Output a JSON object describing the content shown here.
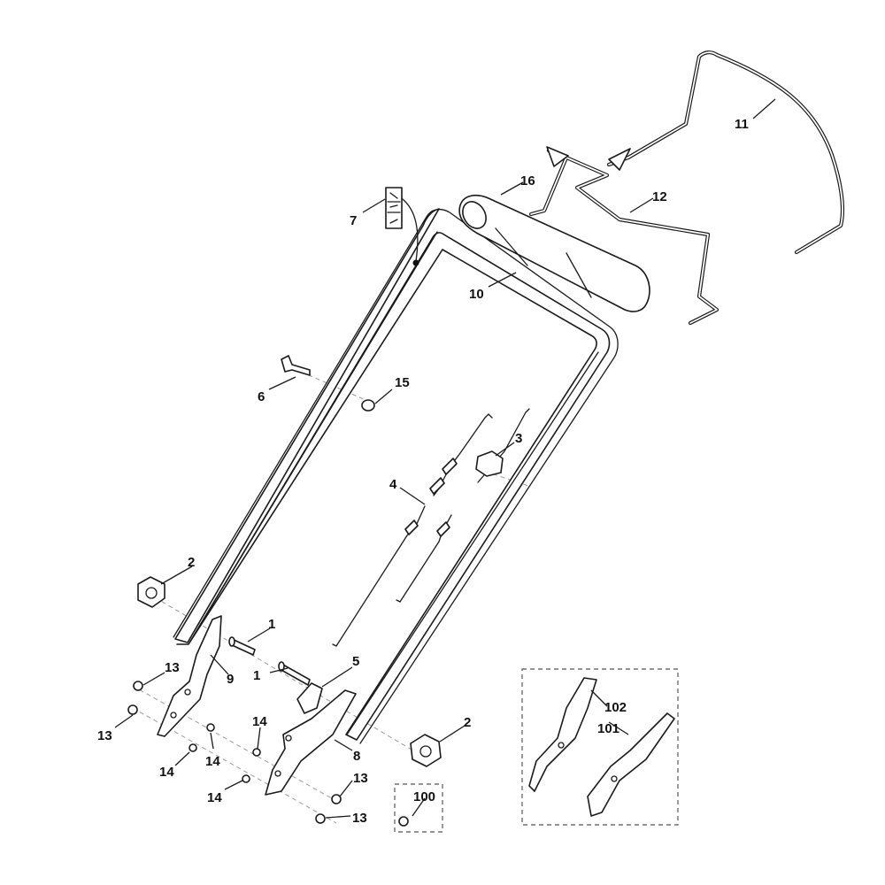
{
  "diagram": {
    "callouts": [
      {
        "id": "c1a",
        "text": "1"
      },
      {
        "id": "c1b",
        "text": "1"
      },
      {
        "id": "c2a",
        "text": "2"
      },
      {
        "id": "c2b",
        "text": "2"
      },
      {
        "id": "c3",
        "text": "3"
      },
      {
        "id": "c4",
        "text": "4"
      },
      {
        "id": "c5",
        "text": "5"
      },
      {
        "id": "c6",
        "text": "6"
      },
      {
        "id": "c7",
        "text": "7"
      },
      {
        "id": "c8",
        "text": "8"
      },
      {
        "id": "c9",
        "text": "9"
      },
      {
        "id": "c10",
        "text": "10"
      },
      {
        "id": "c11",
        "text": "11"
      },
      {
        "id": "c12",
        "text": "12"
      },
      {
        "id": "c13a",
        "text": "13"
      },
      {
        "id": "c13b",
        "text": "13"
      },
      {
        "id": "c13c",
        "text": "13"
      },
      {
        "id": "c13d",
        "text": "13"
      },
      {
        "id": "c14a",
        "text": "14"
      },
      {
        "id": "c14b",
        "text": "14"
      },
      {
        "id": "c14c",
        "text": "14"
      },
      {
        "id": "c14d",
        "text": "14"
      },
      {
        "id": "c15",
        "text": "15"
      },
      {
        "id": "c16",
        "text": "16"
      },
      {
        "id": "c100",
        "text": "100"
      },
      {
        "id": "c101",
        "text": "101"
      },
      {
        "id": "c102",
        "text": "102"
      }
    ]
  }
}
